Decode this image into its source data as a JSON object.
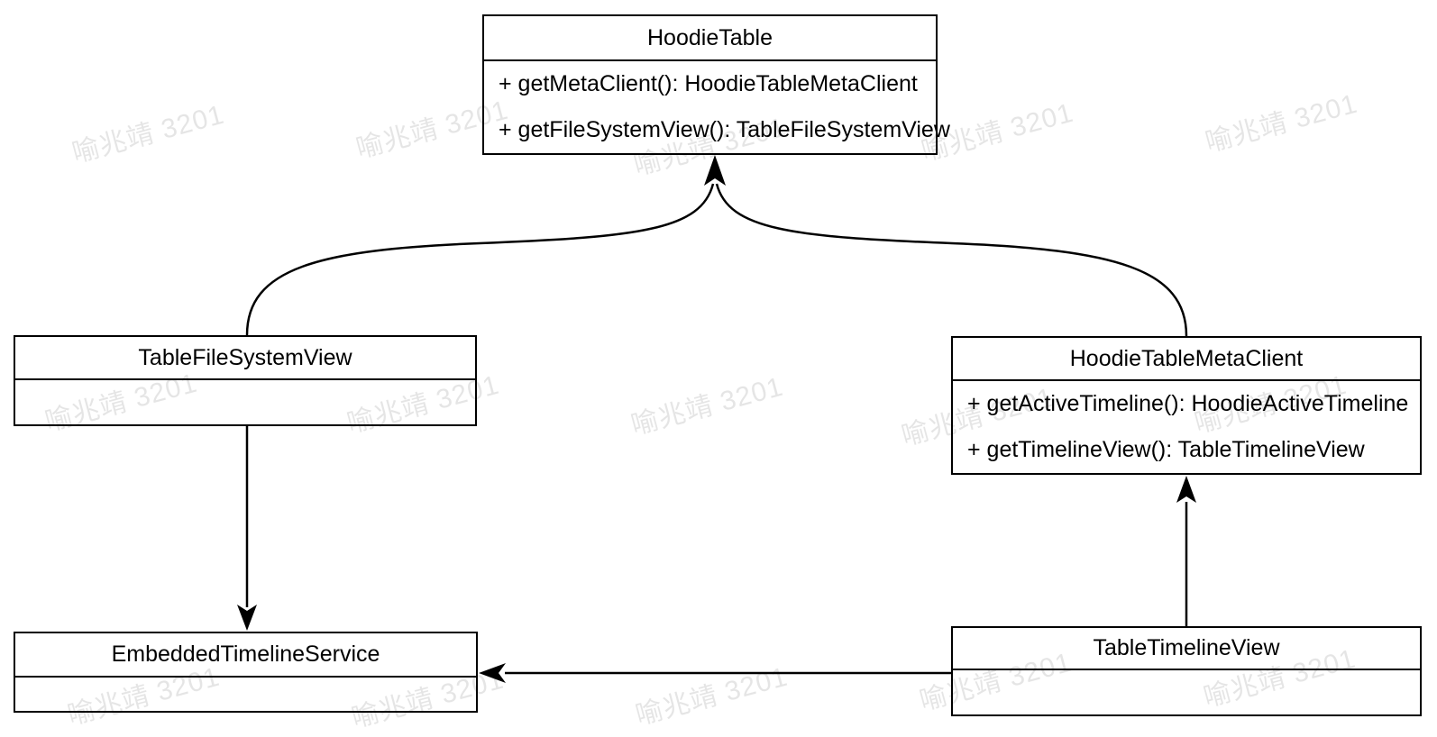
{
  "diagram": {
    "kind": "uml-class-diagram",
    "classes": [
      {
        "name": "HoodieTable",
        "methods": [
          "+ getMetaClient(): HoodieTableMetaClient",
          "+ getFileSystemView(): TableFileSystemView"
        ]
      },
      {
        "name": "TableFileSystemView",
        "methods": []
      },
      {
        "name": "HoodieTableMetaClient",
        "methods": [
          "+ getActiveTimeline(): HoodieActiveTimeline",
          "+ getTimelineView(): TableTimelineView"
        ]
      },
      {
        "name": "EmbeddedTimelineService",
        "methods": []
      },
      {
        "name": "TableTimelineView",
        "methods": []
      }
    ],
    "relations": [
      {
        "from": "TableFileSystemView",
        "to": "HoodieTable",
        "shape": "curved",
        "arrowhead": "filled"
      },
      {
        "from": "HoodieTableMetaClient",
        "to": "HoodieTable",
        "shape": "curved",
        "arrowhead": "filled"
      },
      {
        "from": "TableFileSystemView",
        "to": "EmbeddedTimelineService",
        "shape": "straight-vertical",
        "arrowhead": "filled"
      },
      {
        "from": "TableTimelineView",
        "to": "HoodieTableMetaClient",
        "shape": "straight-vertical",
        "arrowhead": "filled"
      },
      {
        "from": "TableTimelineView",
        "to": "EmbeddedTimelineService",
        "shape": "straight-horizontal",
        "arrowhead": "filled"
      }
    ],
    "watermark": {
      "text": "喻兆靖 3201"
    },
    "colors": {
      "line": "#000000",
      "box_fill": "#ffffff",
      "text": "#000000",
      "background": "#ffffff",
      "watermark": "rgba(0,0,0,0.10)"
    }
  }
}
